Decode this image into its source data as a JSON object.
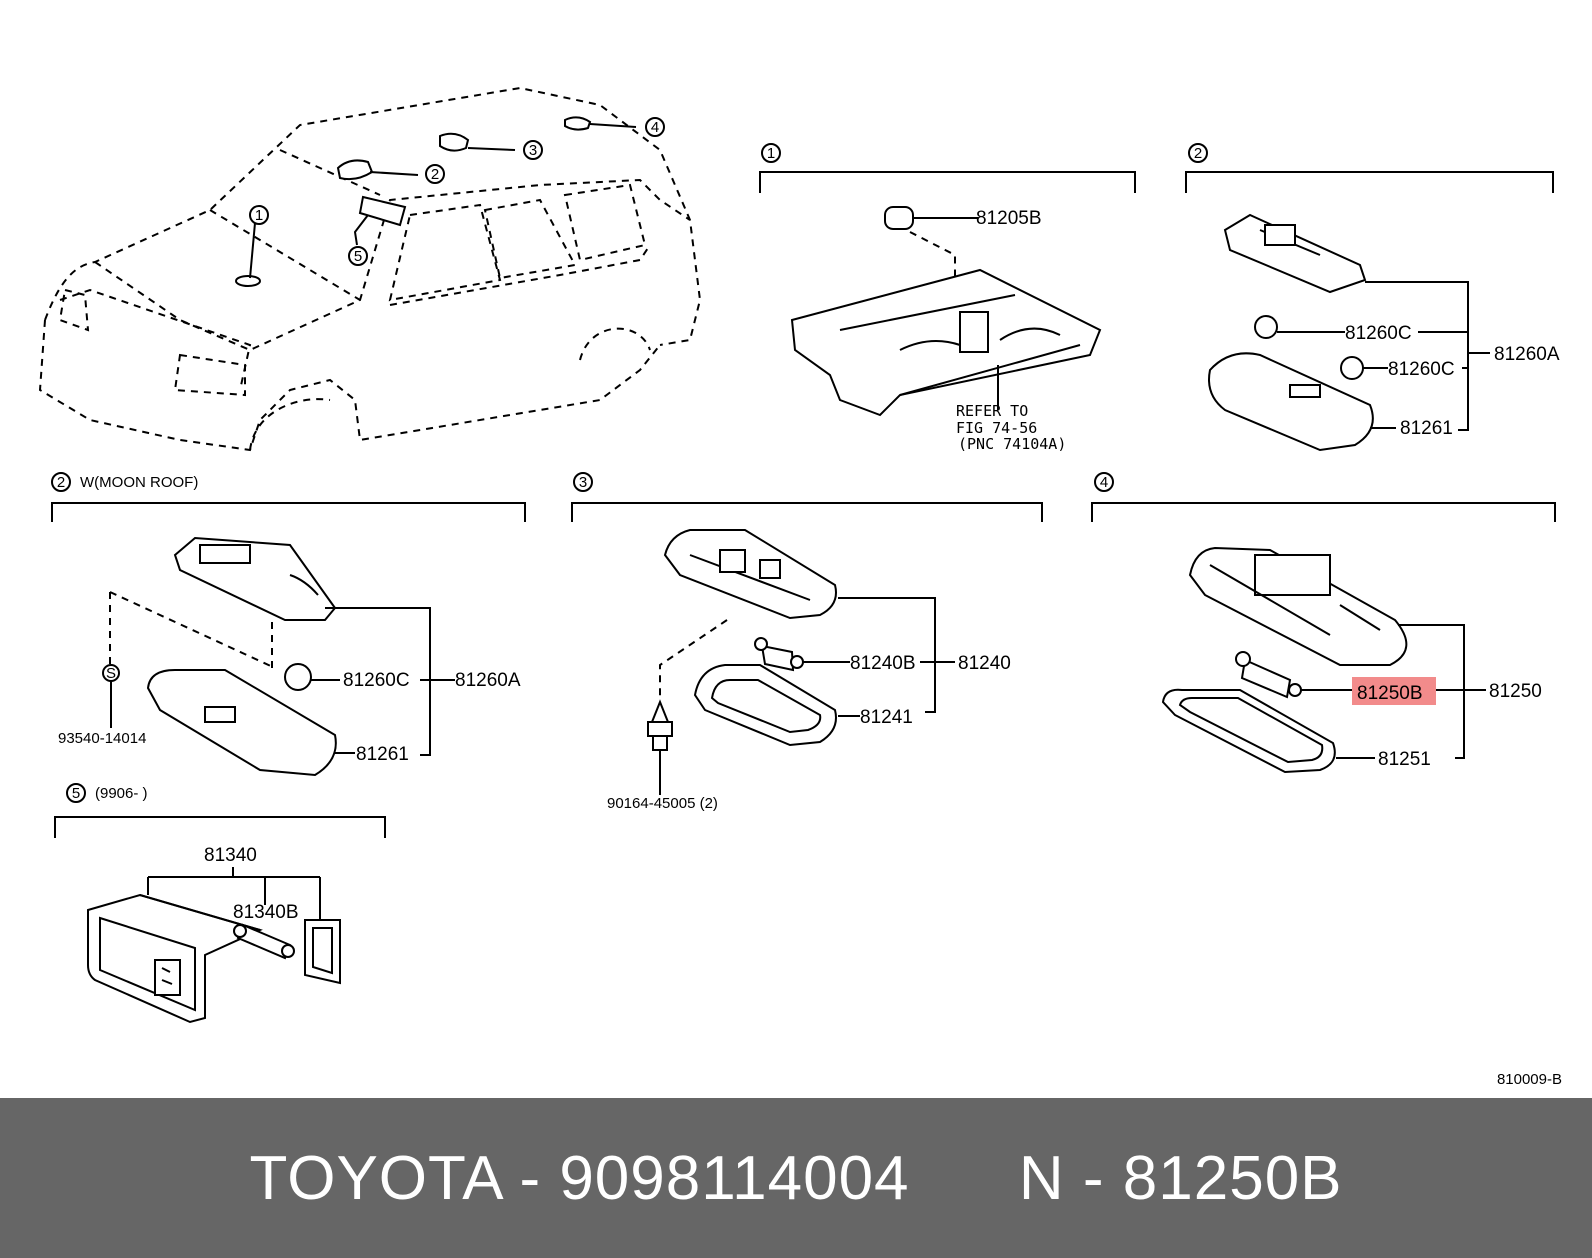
{
  "diagram": {
    "figure_code": "810009-B",
    "vehicle_callouts": [
      "1",
      "2",
      "3",
      "4",
      "5"
    ],
    "panels": [
      {
        "number": "1",
        "caption": "",
        "labels": [
          "81205B"
        ],
        "refer": [
          "REFER TO",
          "FIG 74-56",
          "(PNC 74104A)"
        ]
      },
      {
        "number": "2",
        "caption": "",
        "labels": [
          "81260C",
          "81260C",
          "81260A",
          "81261"
        ]
      },
      {
        "number": "2",
        "caption": "W(MOON ROOF)",
        "labels": [
          "81260C",
          "81260A",
          "81261",
          "93540-14014"
        ],
        "screw_mark": "S"
      },
      {
        "number": "3",
        "caption": "",
        "labels": [
          "81240B",
          "81240",
          "81241",
          "90164-45005 (2)"
        ]
      },
      {
        "number": "4",
        "caption": "",
        "labels": [
          "81250B",
          "81250",
          "81251"
        ],
        "highlighted": "81250B"
      },
      {
        "number": "5",
        "caption": "(9906-        )",
        "labels": [
          "81340",
          "81340B"
        ]
      }
    ]
  },
  "footer": {
    "text": "TOYOTA - 9098114004      N - 81250B"
  },
  "colors": {
    "footer_bg": "#666666",
    "footer_text": "#ffffff",
    "highlight": "#f28b8b"
  }
}
